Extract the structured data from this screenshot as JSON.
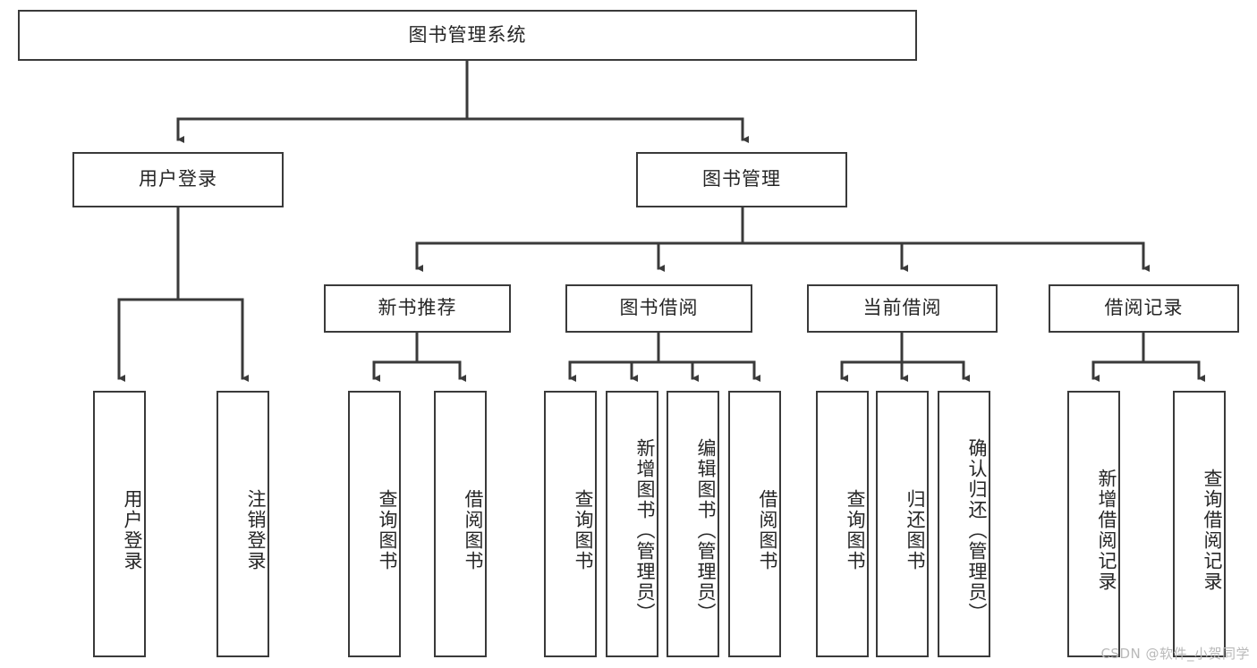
{
  "diagram": {
    "title": "图书管理系统",
    "type": "tree-hierarchy",
    "orientation": "top-down",
    "colors": {
      "background": "#ffffff",
      "box_border": "#3a3a3a",
      "box_fill": "#ffffff",
      "connector": "#3a3a3a",
      "text": "#262626",
      "watermark": "#b9b9b9"
    }
  },
  "root": {
    "label": "图书管理系统"
  },
  "level1": [
    {
      "label": "用户登录"
    },
    {
      "label": "图书管理"
    }
  ],
  "level2": [
    {
      "label": "新书推荐"
    },
    {
      "label": "图书借阅"
    },
    {
      "label": "当前借阅"
    },
    {
      "label": "借阅记录"
    }
  ],
  "leaves": {
    "user_login": [
      {
        "label": "用户登录"
      },
      {
        "label": "注销登录"
      }
    ],
    "new_book_recommend": [
      {
        "label": "查询图书"
      },
      {
        "label": "借阅图书"
      }
    ],
    "book_borrow": [
      {
        "label": "查询图书"
      },
      {
        "label": "新增图书（管理员）"
      },
      {
        "label": "编辑图书（管理员）"
      },
      {
        "label": "借阅图书"
      }
    ],
    "current_borrow": [
      {
        "label": "查询图书"
      },
      {
        "label": "归还图书"
      },
      {
        "label": "确认归还（管理员）"
      }
    ],
    "borrow_record": [
      {
        "label": "新增借阅记录"
      },
      {
        "label": "查询借阅记录"
      }
    ]
  },
  "watermark": {
    "text": "CSDN @软件_小贺同学"
  }
}
